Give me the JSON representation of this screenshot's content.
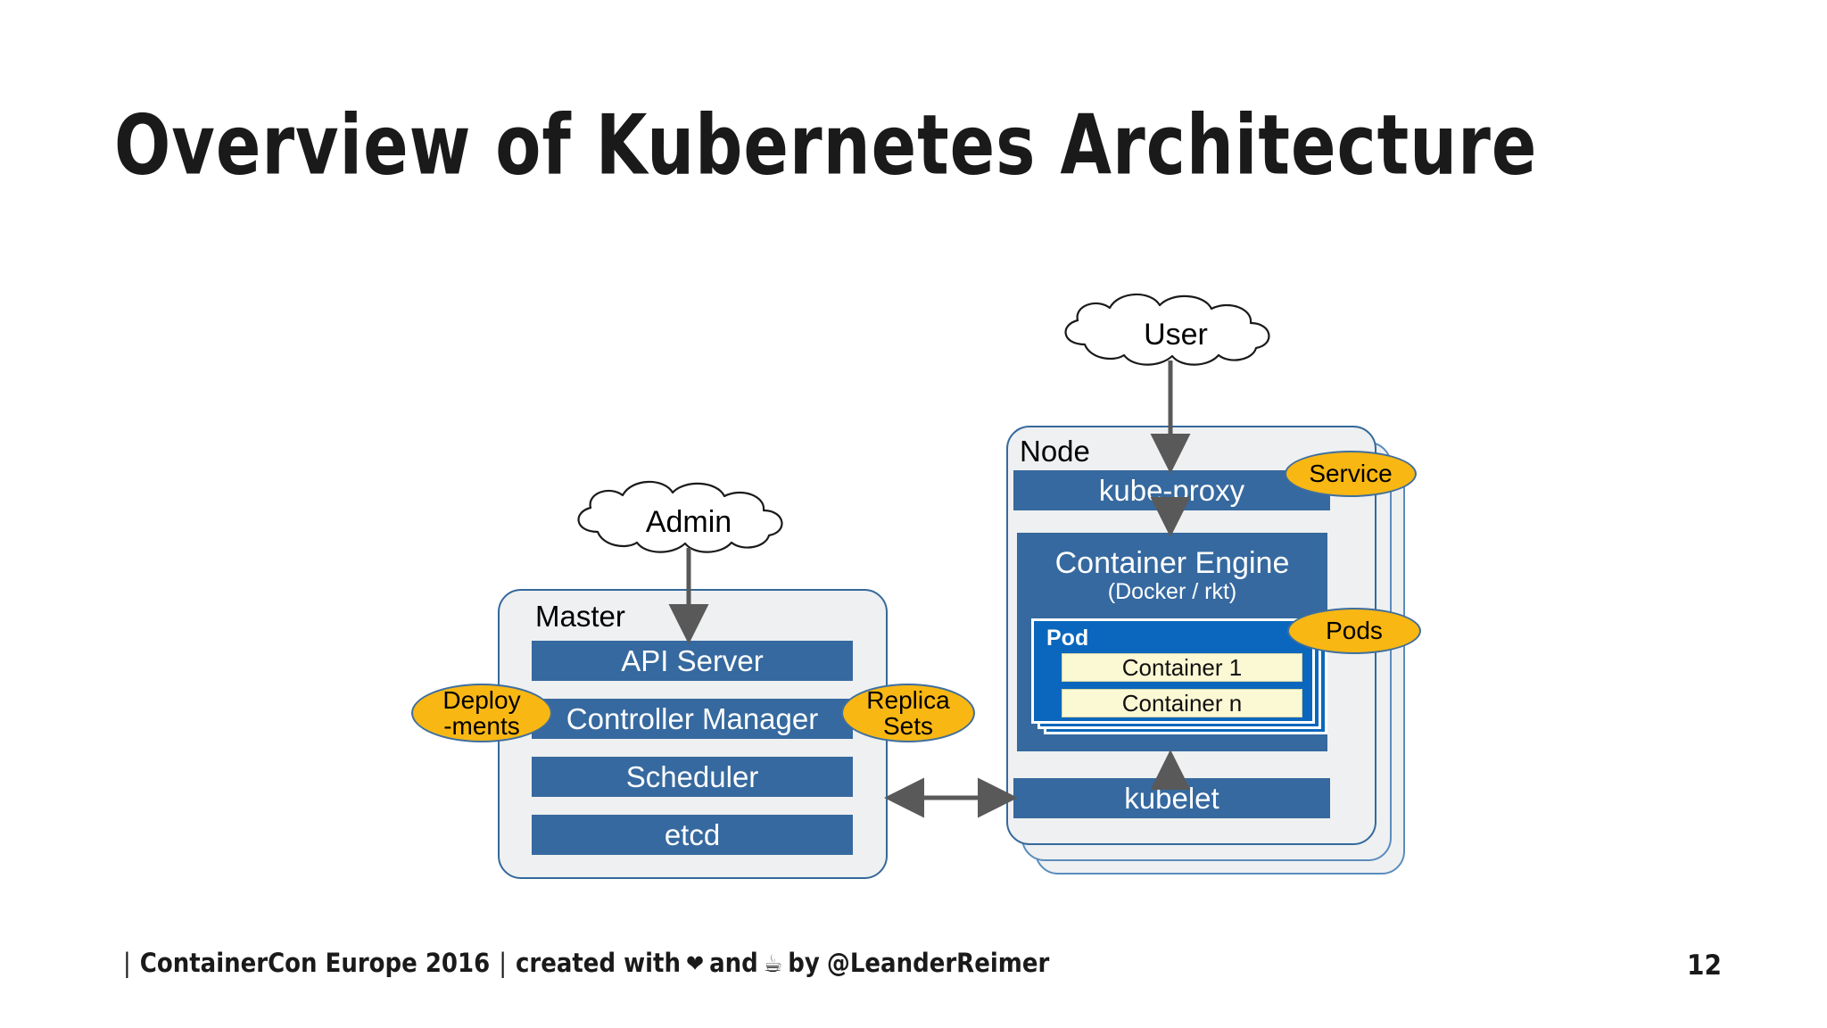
{
  "slide": {
    "title": "Overview of Kubernetes Architecture",
    "page_number": "12"
  },
  "footer": {
    "leading_bar": "|",
    "event": "ContainerCon Europe 2016",
    "separator_bar": "|",
    "created_with": "created with",
    "heart_glyph": "heart-icon",
    "and": "and",
    "coffee_glyph": "coffee-icon",
    "by": "by",
    "author": "@LeanderReimer"
  },
  "diagram": {
    "type": "architecture-diagram",
    "clouds": [
      {
        "id": "admin",
        "label": "Admin"
      },
      {
        "id": "user",
        "label": "User"
      }
    ],
    "master": {
      "title": "Master",
      "components": [
        {
          "label": "API Server"
        },
        {
          "label": "Controller Manager"
        },
        {
          "label": "Scheduler"
        },
        {
          "label": "etcd"
        }
      ]
    },
    "node": {
      "title": "Node",
      "stack_count": 3,
      "components": [
        {
          "label": "kube-proxy"
        },
        {
          "label": "Container Engine",
          "sublabel": "(Docker / rkt)"
        },
        {
          "label": "kubelet"
        }
      ],
      "pod": {
        "label": "Pod",
        "stack_count": 3,
        "containers": [
          {
            "label": "Container 1"
          },
          {
            "label": "Container n"
          }
        ]
      }
    },
    "callouts": [
      {
        "id": "deployments",
        "line1": "Deploy",
        "line2": "-ments"
      },
      {
        "id": "replicasets",
        "line1": "Replica",
        "line2": "Sets"
      },
      {
        "id": "service",
        "line1": "Service",
        "line2": ""
      },
      {
        "id": "pods",
        "line1": "Pods",
        "line2": ""
      }
    ],
    "connections": [
      {
        "from": "admin",
        "to": "api-server",
        "kind": "arrow-down"
      },
      {
        "from": "user",
        "to": "kube-proxy",
        "kind": "arrow-down"
      },
      {
        "from": "kube-proxy",
        "to": "container-engine",
        "kind": "arrow-down"
      },
      {
        "from": "kubelet",
        "to": "container-engine",
        "kind": "arrow-up"
      },
      {
        "from": "master",
        "to": "node",
        "kind": "arrow-bidirectional"
      }
    ]
  },
  "colors": {
    "bar_blue": "#36699f",
    "panel_fill": "#eef0f1",
    "panel_border": "#35699b",
    "pod_blue": "#0a67bd",
    "container_cream": "#fbf8d4",
    "callout_orange": "#f9b713",
    "callout_border": "#3f6f9e",
    "arrow_gray": "#595959",
    "title_black": "#1a1a1a"
  }
}
